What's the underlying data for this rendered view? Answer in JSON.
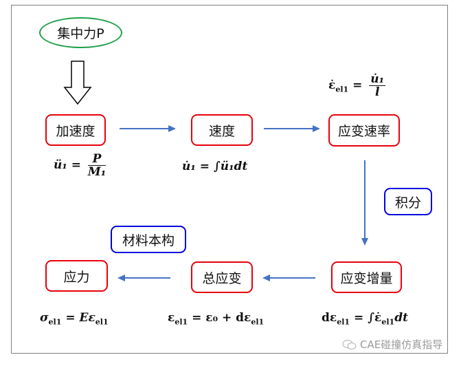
{
  "diagram": {
    "start_node": "集中力P",
    "nodes": {
      "acceleration": "加速度",
      "velocity": "速度",
      "strain_rate": "应变速率",
      "strain_increment": "应变增量",
      "total_strain": "总应变",
      "stress": "应力"
    },
    "annotations": {
      "integration": "积分",
      "constitutive": "材料本构"
    },
    "formulas": {
      "acceleration": {
        "lhs": "ü₁",
        "eq": "=",
        "num": "P",
        "den": "M₁"
      },
      "velocity": {
        "lhs": "u̇₁",
        "eq": "=",
        "rhs": "∫ü₁dt"
      },
      "strain_rate": {
        "lhs": "ε̇",
        "lhs_sub": "el1",
        "eq": "=",
        "num": "u̇₁",
        "den": "l"
      },
      "strain_increment": {
        "lhs": "dε",
        "lhs_sub": "el1",
        "eq": "=",
        "rhs": "∫ε̇",
        "rhs_sub": "el1",
        "rhs_tail": "dt"
      },
      "total_strain": {
        "lhs": "ε",
        "lhs_sub": "el1",
        "eq": "=",
        "rhs": "ε₀ + dε",
        "rhs_sub": "el1"
      },
      "stress": {
        "lhs": "σ",
        "lhs_sub": "el1",
        "eq": "=",
        "rhs": "Eε",
        "rhs_sub": "el1"
      }
    },
    "colors": {
      "process_border": "#e8000b",
      "annotation_border": "#0000e0",
      "start_border": "#1fa04a",
      "flow_arrow": "#4472c4"
    }
  },
  "watermark": {
    "icon": "wechat-icon",
    "text": "CAE碰撞仿真指导"
  }
}
